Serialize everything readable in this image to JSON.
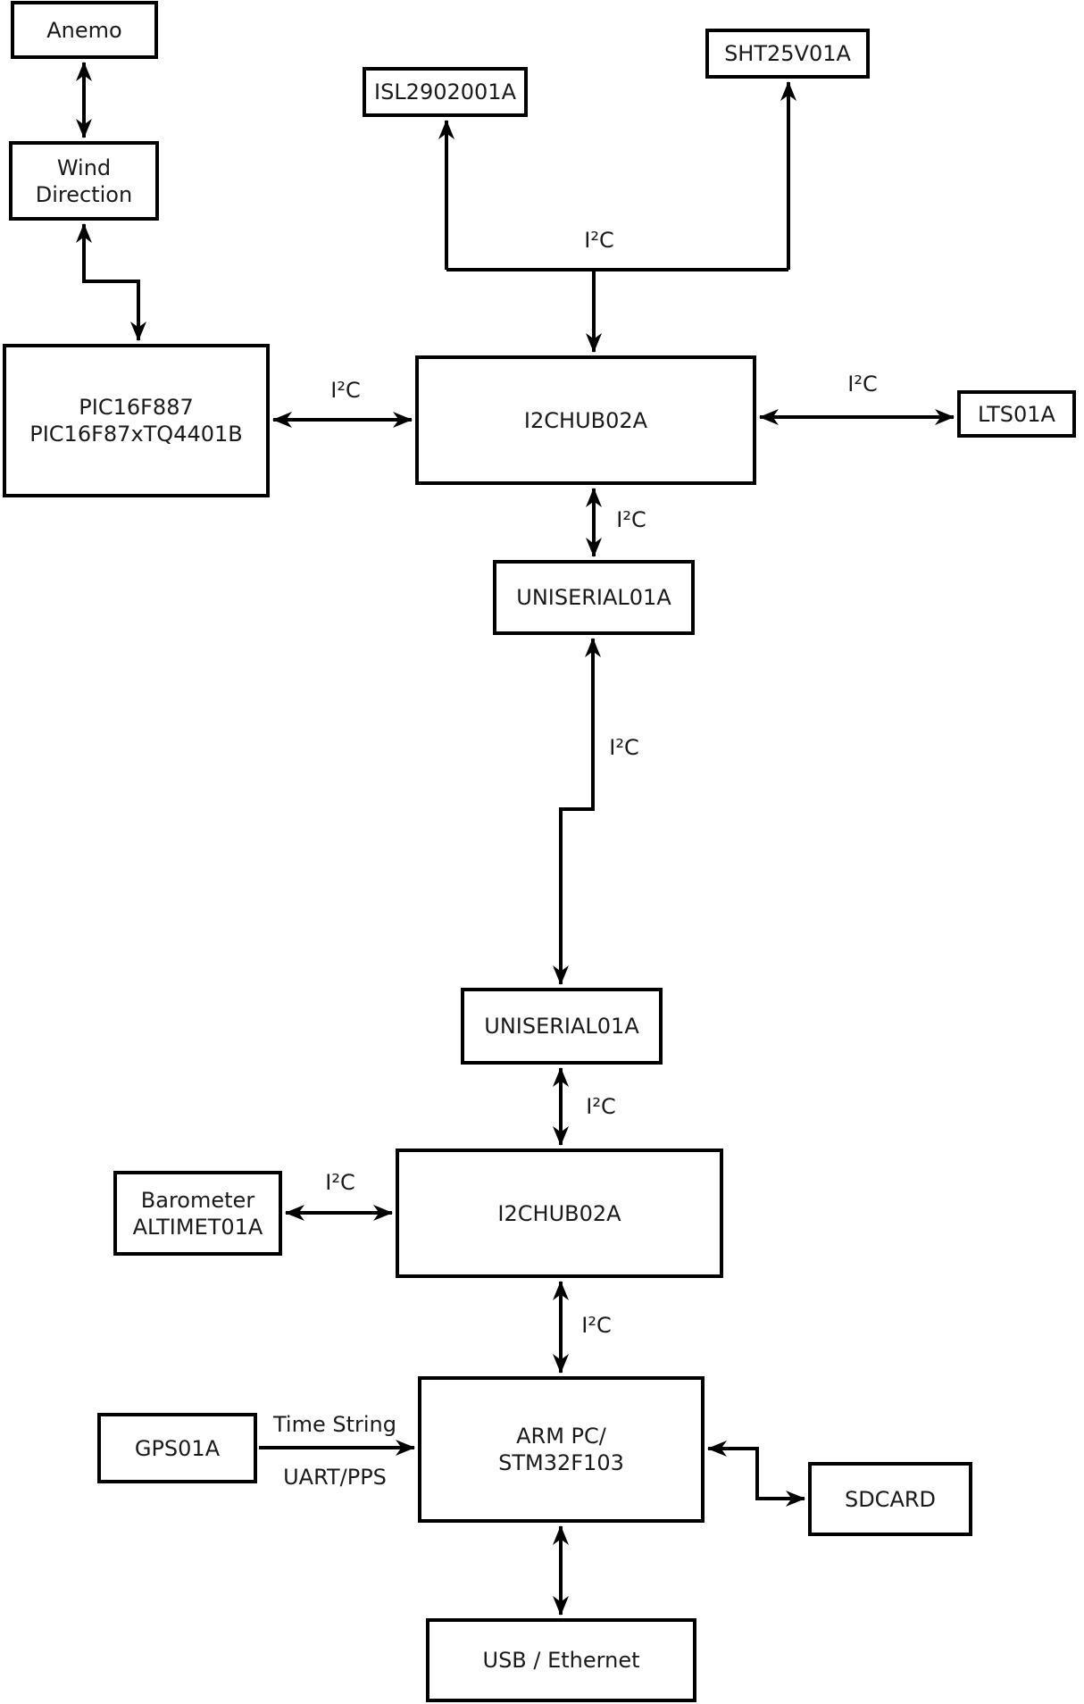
{
  "nodes": {
    "anemo": {
      "label": "Anemo"
    },
    "wind_direction": {
      "label": "Wind\nDirection"
    },
    "pic": {
      "label": "PIC16F887\nPIC16F87xTQ4401B"
    },
    "isl": {
      "label": "ISL2902001A"
    },
    "sht": {
      "label": "SHT25V01A"
    },
    "i2c_hub_1": {
      "label": "I2CHUB02A"
    },
    "lts": {
      "label": "LTS01A"
    },
    "uniserial_1": {
      "label": "UNISERIAL01A"
    },
    "uniserial_2": {
      "label": "UNISERIAL01A"
    },
    "i2c_hub_2": {
      "label": "I2CHUB02A"
    },
    "barometer": {
      "label": "Barometer\nALTIMET01A"
    },
    "gps": {
      "label": "GPS01A"
    },
    "arm_pc": {
      "label": "ARM PC/\nSTM32F103"
    },
    "sdcard": {
      "label": "SDCARD"
    },
    "usb_ethernet": {
      "label": "USB / Ethernet"
    }
  },
  "edge_labels": {
    "hub1_sensors": "I²C",
    "pic_hub1": "I²C",
    "hub1_lts": "I²C",
    "hub1_uniserial1": "I²C",
    "uniserial1_uniserial2": "I²C",
    "uniserial2_hub2": "I²C",
    "barometer_hub2": "I²C",
    "hub2_arm": "I²C",
    "gps_arm_line1": "Time String",
    "gps_arm_line2": "UART/PPS"
  },
  "connections": [
    {
      "nodes": [
        "anemo",
        "wind_direction"
      ],
      "label": "",
      "style": "bidirectional"
    },
    {
      "nodes": [
        "wind_direction",
        "pic"
      ],
      "label": "",
      "style": "bidirectional"
    },
    {
      "nodes": [
        "i2c_hub_1",
        "isl",
        "sht"
      ],
      "label": "I²C",
      "style": "branch-arrows"
    },
    {
      "nodes": [
        "pic",
        "i2c_hub_1"
      ],
      "label": "I²C",
      "style": "bidirectional"
    },
    {
      "nodes": [
        "i2c_hub_1",
        "lts"
      ],
      "label": "I²C",
      "style": "bidirectional"
    },
    {
      "nodes": [
        "i2c_hub_1",
        "uniserial_1"
      ],
      "label": "I²C",
      "style": "bidirectional"
    },
    {
      "nodes": [
        "uniserial_1",
        "uniserial_2"
      ],
      "label": "I²C",
      "style": "bidirectional"
    },
    {
      "nodes": [
        "uniserial_2",
        "i2c_hub_2"
      ],
      "label": "I²C",
      "style": "bidirectional"
    },
    {
      "nodes": [
        "barometer",
        "i2c_hub_2"
      ],
      "label": "I²C",
      "style": "bidirectional"
    },
    {
      "nodes": [
        "i2c_hub_2",
        "arm_pc"
      ],
      "label": "I²C",
      "style": "bidirectional"
    },
    {
      "nodes": [
        "gps",
        "arm_pc"
      ],
      "label": "Time String UART/PPS",
      "style": "arrow"
    },
    {
      "nodes": [
        "arm_pc",
        "sdcard"
      ],
      "label": "",
      "style": "bidirectional"
    },
    {
      "nodes": [
        "arm_pc",
        "usb_ethernet"
      ],
      "label": "",
      "style": "bidirectional"
    }
  ],
  "colors": {
    "line": "#000000",
    "box_border": "#000000",
    "background": "#ffffff",
    "text": "#1a1a1a"
  }
}
